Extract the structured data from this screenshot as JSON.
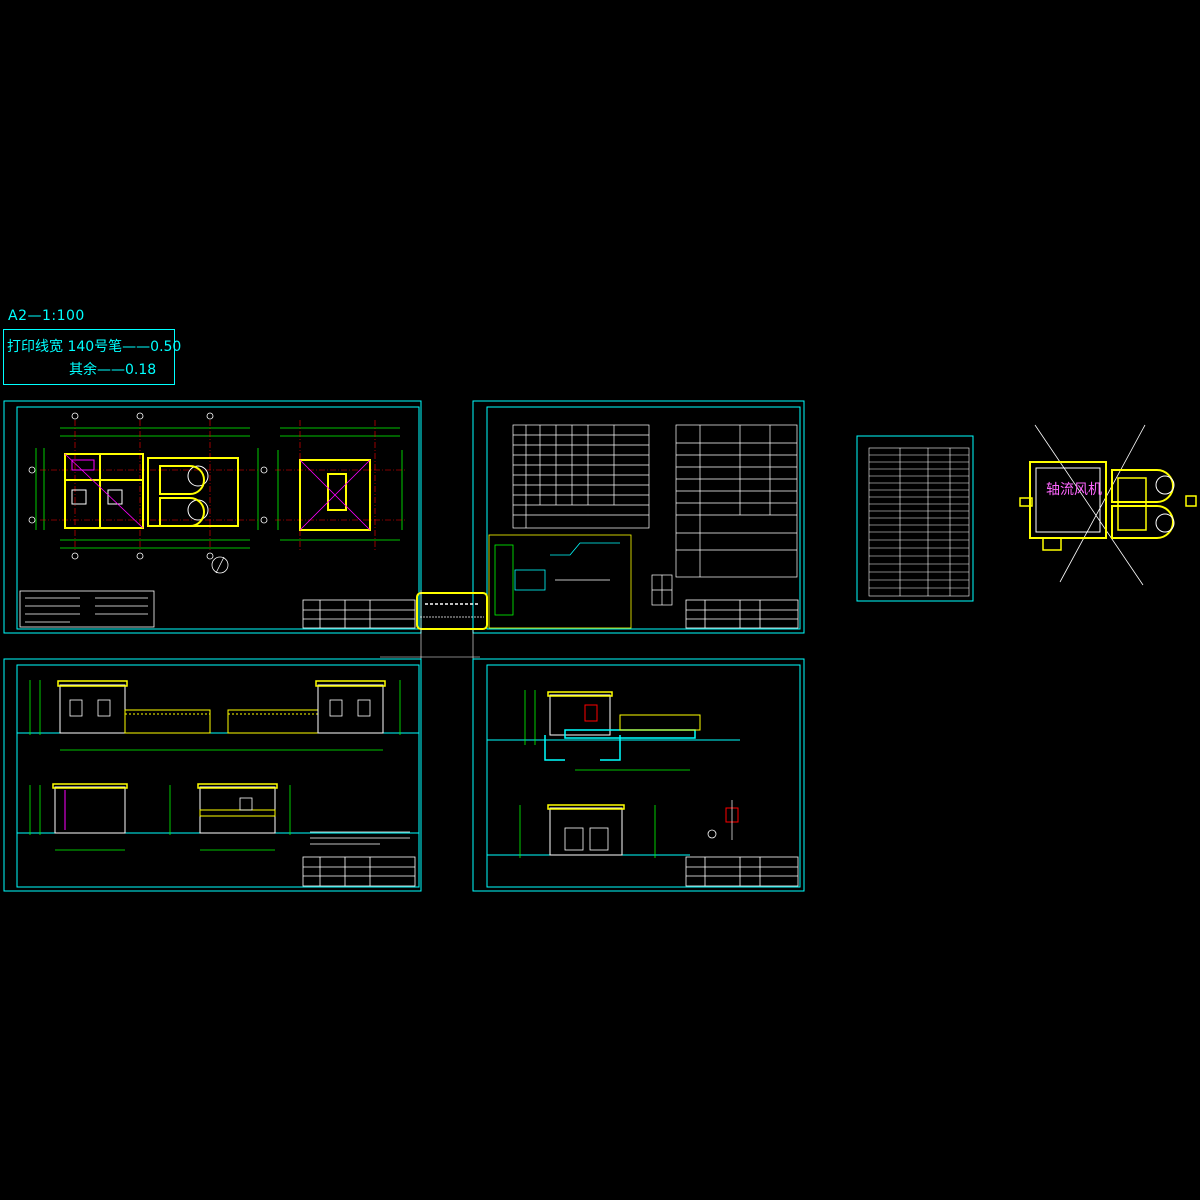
{
  "header": {
    "scale_title": "A2—1:100",
    "pen_line_1": "打印线宽  140号笔——0.50",
    "pen_line_2": "其余——0.18"
  },
  "detail": {
    "fan_label": "轴流风机"
  },
  "colors": {
    "background": "#000000",
    "frame": "#00ffff",
    "wall": "#ffff00",
    "dim": "#00ff00",
    "axis": "#ff0000",
    "annotation": "#ff00ff",
    "text": "#ffffff"
  }
}
